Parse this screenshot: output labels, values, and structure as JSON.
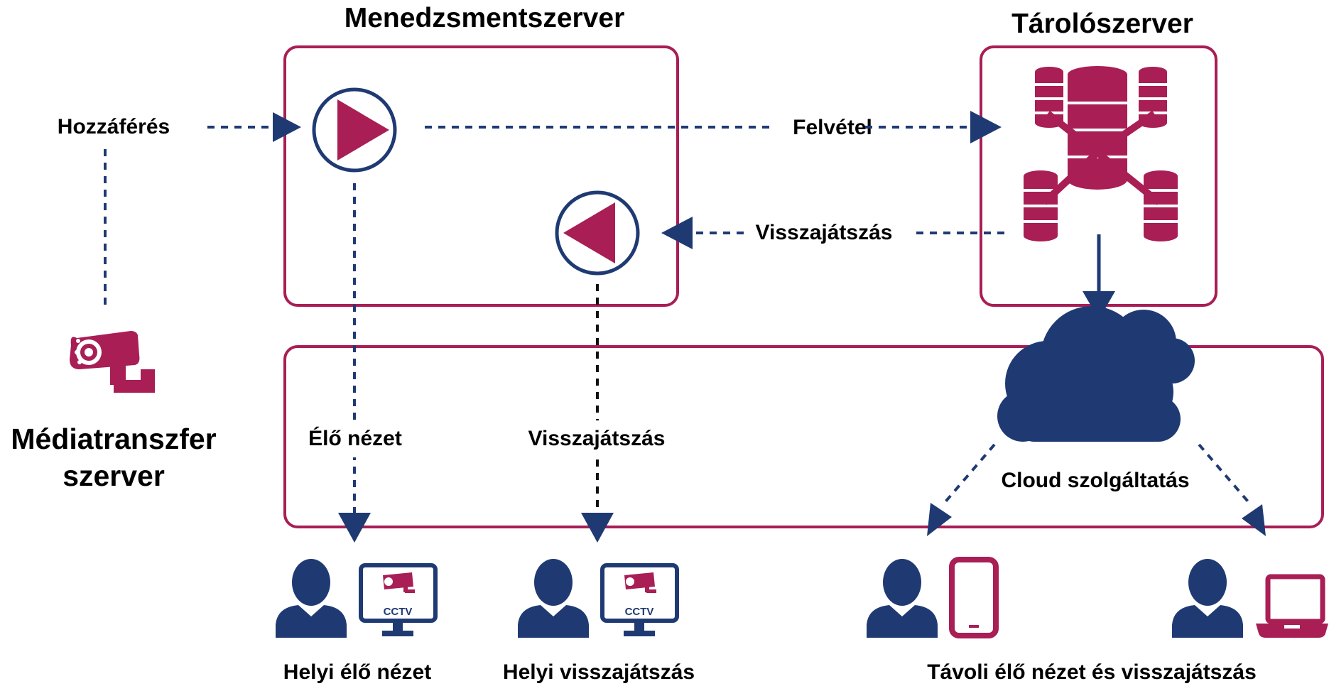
{
  "labels": {
    "management_server": "Menedzsmentszerver",
    "storage_server": "Tárolószerver",
    "access": "Hozzáférés",
    "recording": "Felvétel",
    "playback_top": "Visszajátszás",
    "live_view": "Élő nézet",
    "playback_mid": "Visszajátszás",
    "cloud_service": "Cloud szolgáltatás",
    "media_transfer_line1": "Médiatranszfer",
    "media_transfer_line2": "szerver",
    "local_live_view": "Helyi élő nézet",
    "local_playback": "Helyi visszajátszás",
    "remote_live_playback": "Távoli élő nézet és visszajátszás",
    "monitor_text": "CCTV"
  },
  "colors": {
    "navy": "#1f3a73",
    "crimson": "#a81e55",
    "text": "#000000",
    "background": "#ffffff"
  },
  "icons": [
    "play-icon",
    "reverse-play-icon",
    "database-cluster-icon",
    "cloud-icon",
    "cctv-camera-icon",
    "user-icon",
    "cctv-monitor-icon",
    "smartphone-icon",
    "laptop-icon"
  ]
}
